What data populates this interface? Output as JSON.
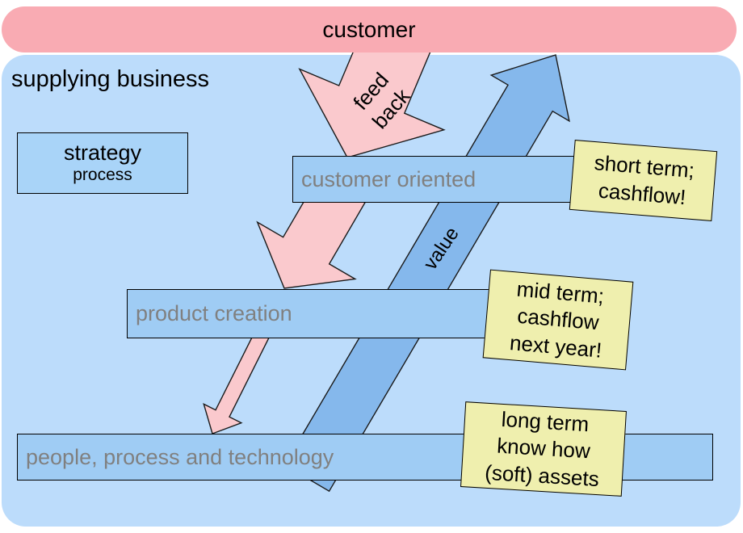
{
  "colors": {
    "customer_fill": "#f9abb3",
    "business_fill": "#bcdcfb",
    "bar_fill": "#9fccf4",
    "strategy_fill": "#a9d4f8",
    "blue_arrow_fill": "#85b8ec",
    "pink_arrow_fill": "#fac9cd",
    "note_fill": "#efefae",
    "outline": "#1a1a1a",
    "bar_text_color": "#808080"
  },
  "customer": {
    "label": "customer"
  },
  "business": {
    "label": "supplying business"
  },
  "strategy_box": {
    "title": "strategy",
    "subtitle": "process"
  },
  "bars": [
    {
      "label": "customer oriented"
    },
    {
      "label": "product creation"
    },
    {
      "label": "people, process and technology"
    }
  ],
  "arrows": {
    "feedback_label_line1": "feed",
    "feedback_label_line2": "back",
    "value_label": "value"
  },
  "notes": [
    {
      "lines": [
        "short term;",
        "cashflow!"
      ]
    },
    {
      "lines": [
        "mid term;",
        "cashflow",
        "next year!"
      ]
    },
    {
      "lines": [
        "long term",
        "know how",
        "(soft) assets"
      ]
    }
  ]
}
